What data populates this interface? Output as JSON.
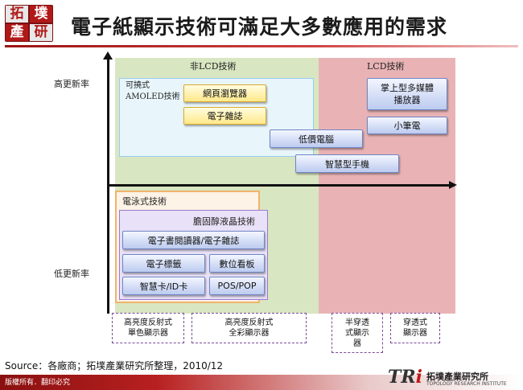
{
  "header": {
    "logo_chars": [
      "拓",
      "墣",
      "產",
      "研"
    ],
    "title": "電子紙顯示技術可滿足大多數應用的需求"
  },
  "regions": {
    "non_lcd": "非LCD技術",
    "lcd": "LCD技術"
  },
  "y_axis": {
    "high": "高更新率",
    "low": "低更新率"
  },
  "amoled": {
    "label": "可撓式\nAMOLED技術"
  },
  "tags": {
    "web_browser": "網頁瀏覽器",
    "e_magazine": "電子雜誌",
    "portable_media": "掌上型多媒體\n播放器",
    "netbook": "小筆電",
    "low_cost_pc": "低價電腦",
    "smartphone": "智慧型手機"
  },
  "electrophoretic": {
    "label": "電泳式技術",
    "cholesteric_label": "膽固醇液晶技術",
    "items": {
      "ereader": "電子書閱讀器/電子雜誌",
      "etag": "電子標籤",
      "signage": "數位看板",
      "smartcard": "智慧卡/ID卡",
      "pos": "POS/POP"
    }
  },
  "categories": {
    "reflective_mono": "高亮度反射式\n單色顯示器",
    "reflective_color": "高亮度反射式\n全彩顯示器",
    "transflective": "半穿透\n式顯示\n器",
    "transmissive": "穿透式\n顯示器"
  },
  "footer": {
    "source": "Source：各廠商；拓墣產業研究所整理，2010/12",
    "rights": "版權所有．翻印必究",
    "brand_tr": "TR",
    "brand_i": "i",
    "brand_name": "拓墣產業研究所",
    "brand_sub": "TOPOLOGY RESEARCH INSTITUTE"
  },
  "colors": {
    "non_lcd_region": "#d9e6c2",
    "lcd_region": "#e9b3b5",
    "title_rule": "#9c1414"
  }
}
